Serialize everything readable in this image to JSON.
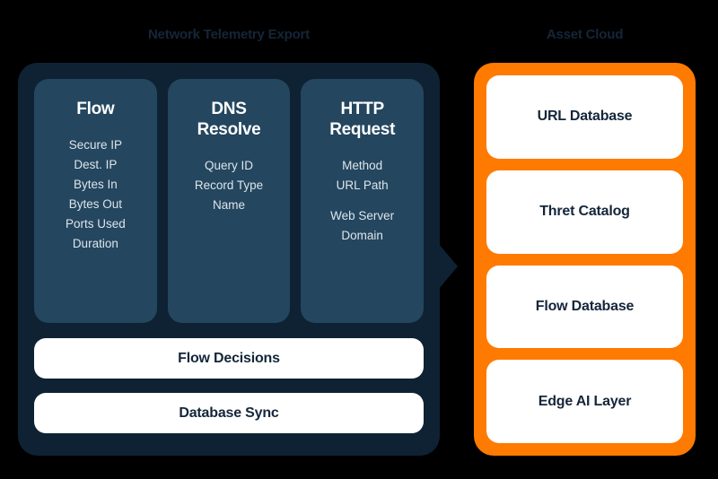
{
  "diagram": {
    "left_panel": {
      "title": "Network Telemetry Export",
      "accent_color": "#0E2233",
      "card_color": "#24465F",
      "cards": [
        {
          "title": "Flow",
          "title_lines": [
            "Flow"
          ],
          "fields": [
            "Secure IP",
            "Dest. IP",
            "Bytes In",
            "Bytes Out",
            "Ports Used",
            "Duration"
          ]
        },
        {
          "title": "DNS Resolve",
          "title_lines": [
            "DNS",
            "Resolve"
          ],
          "fields": [
            "Query ID",
            "Record Type",
            "Name"
          ]
        },
        {
          "title": "HTTP Request",
          "title_lines": [
            "HTTP",
            "Request"
          ],
          "fields": [
            "Method",
            "URL Path",
            "Web Server",
            "Domain"
          ]
        }
      ],
      "bars": [
        {
          "label": "Flow Decisions"
        },
        {
          "label": "Database Sync"
        }
      ]
    },
    "right_panel": {
      "title": "Asset Cloud",
      "accent_color": "#FF7A00",
      "cards": [
        {
          "label": "URL Database"
        },
        {
          "label": "Thret Catalog"
        },
        {
          "label": "Flow Database"
        },
        {
          "label": "Edge AI Layer"
        }
      ]
    },
    "connector": {
      "name": "arrow-right",
      "color": "#0E2233"
    }
  }
}
